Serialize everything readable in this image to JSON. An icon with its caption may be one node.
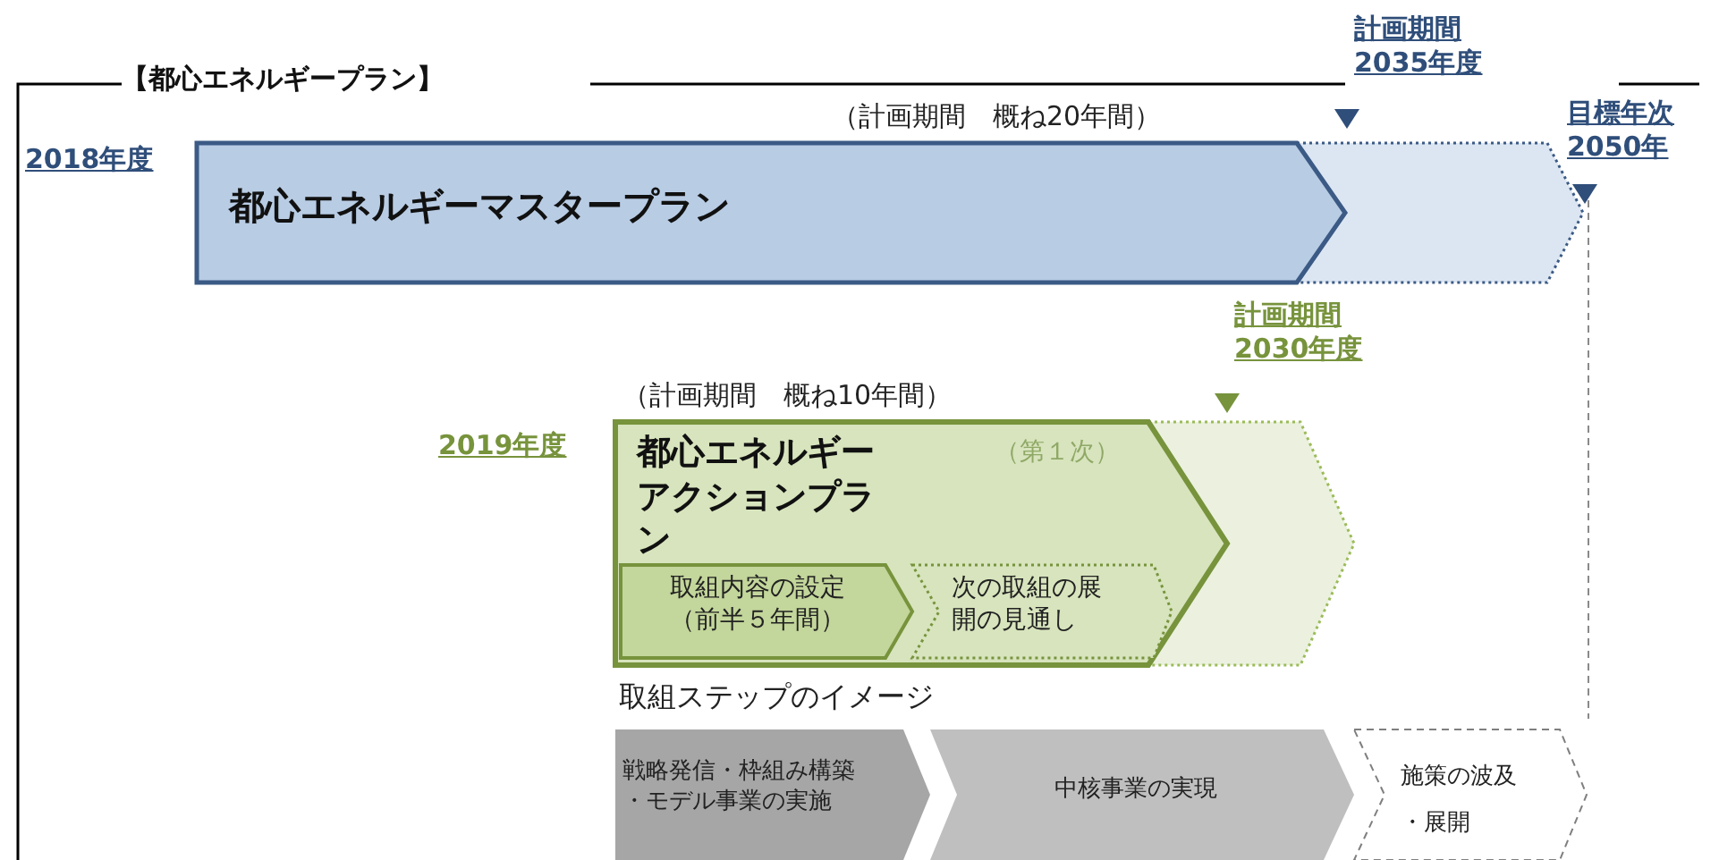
{
  "diagram": {
    "nodes": [
      {
        "text": [
          "都心エネルギーマスタープラン"
        ],
        "beside": [
          "2018年度",
          "（計画期間　概ね20年間）"
        ]
      },
      {
        "text": [],
        "shape": "chevron"
      },
      {
        "text": [
          "都心エネルギーアクションプラン",
          "（第１次）"
        ],
        "beside": [
          "2019年度",
          "（計画期間　概ね10年間）"
        ]
      },
      {
        "text": [],
        "shape": "chevron"
      },
      {
        "text": [
          "取組内容の設定（前半５年間）"
        ],
        "in": 2
      },
      {
        "text": [
          "次の取組の展開の見通し"
        ],
        "in": 2
      },
      {
        "text": [
          "戦略発信・枠組み構築・モデル事業の実施"
        ]
      },
      {
        "text": [
          "中核事業の実現"
        ]
      },
      {
        "text": [
          "施策の波及・展開"
        ]
      }
    ],
    "labels": [
      "【都心エネルギープラン】",
      "計画期間2035年度",
      "目標年次2050年",
      "計画期間2030年度",
      "取組ステップのイメージ"
    ]
  }
}
